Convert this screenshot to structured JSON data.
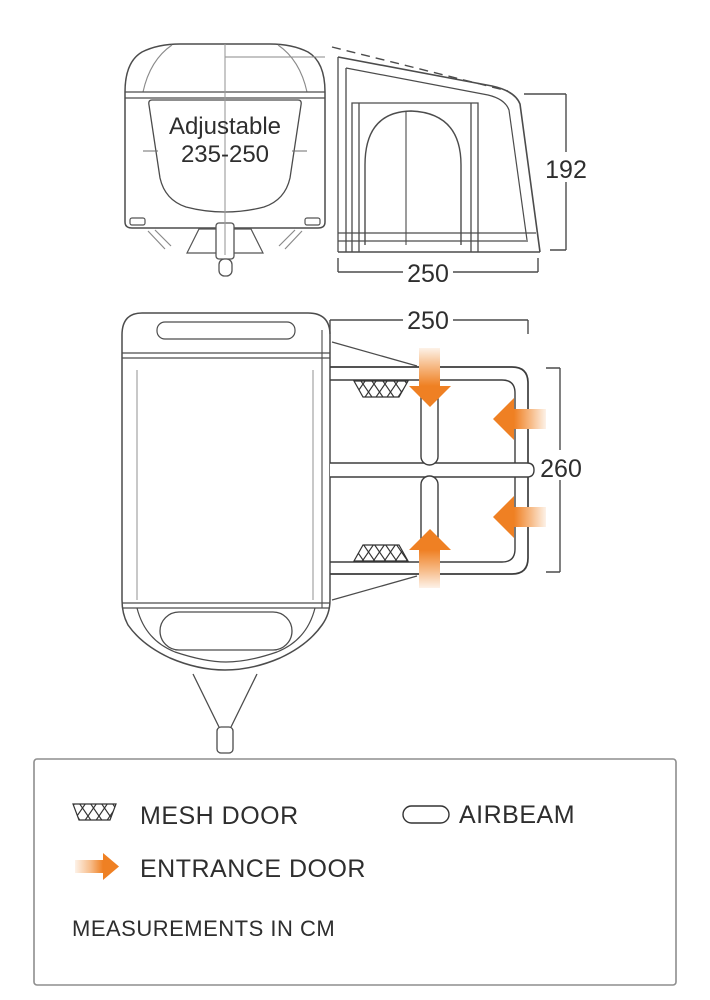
{
  "side_view": {
    "adjustable_line1": "Adjustable",
    "adjustable_line2": "235-250",
    "height_cm": "192",
    "depth_cm": "250"
  },
  "plan_view": {
    "depth_cm": "250",
    "width_cm": "260"
  },
  "legend": {
    "mesh_door": "MESH DOOR",
    "airbeam": "AIRBEAM",
    "entrance_door": "ENTRANCE DOOR",
    "note": "MEASUREMENTS IN CM"
  },
  "colors": {
    "accent_orange": "#EF8023",
    "line_dark": "#3d3d3d",
    "line_gray": "#8a8a8a"
  }
}
